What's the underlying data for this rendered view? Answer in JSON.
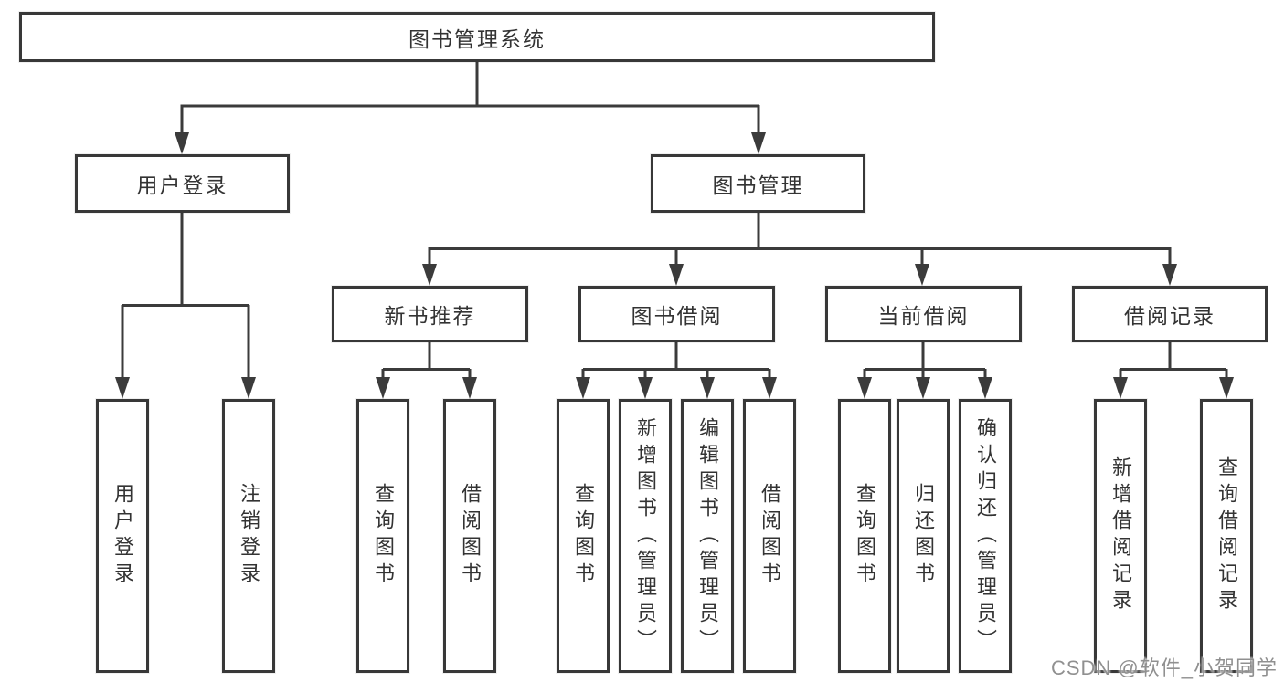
{
  "diagram": {
    "root": {
      "label": "图书管理系统"
    },
    "branches": [
      {
        "label": "用户登录",
        "children": [
          {
            "label": "用户登录"
          },
          {
            "label": "注销登录"
          }
        ]
      },
      {
        "label": "图书管理",
        "children": [
          {
            "label": "新书推荐",
            "children": [
              {
                "label": "查询图书"
              },
              {
                "label": "借阅图书"
              }
            ]
          },
          {
            "label": "图书借阅",
            "children": [
              {
                "label": "查询图书"
              },
              {
                "label": "新增图书（管理员）"
              },
              {
                "label": "编辑图书（管理员）"
              },
              {
                "label": "借阅图书"
              }
            ]
          },
          {
            "label": "当前借阅",
            "children": [
              {
                "label": "查询图书"
              },
              {
                "label": "归还图书"
              },
              {
                "label": "确认归还（管理员）"
              }
            ]
          },
          {
            "label": "借阅记录",
            "children": [
              {
                "label": "新增借阅记录"
              },
              {
                "label": "查询借阅记录"
              }
            ]
          }
        ]
      }
    ]
  },
  "watermark": {
    "text": "CSDN @软件_小贺同学"
  },
  "colors": {
    "line": "#3b3b3b",
    "text": "#333333",
    "watermark": "#909090",
    "background": "#ffffff"
  }
}
